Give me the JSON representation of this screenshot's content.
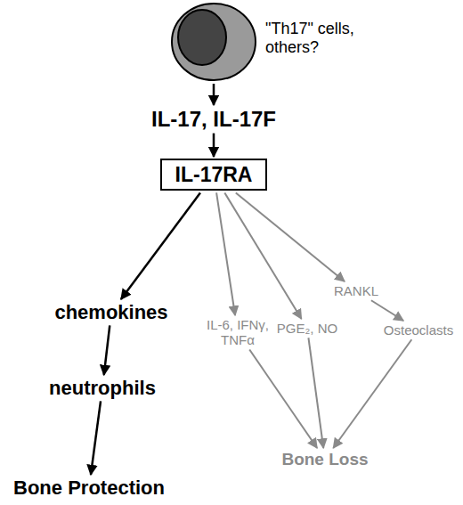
{
  "diagram": {
    "nodes": [
      {
        "text": [
          "\"Th17\" cells, others?"
        ]
      },
      {
        "text": [
          "IL-17, IL-17F"
        ]
      },
      {
        "text": [
          "IL-17RA"
        ]
      },
      {
        "text": [
          "chemokines"
        ]
      },
      {
        "text": [
          "neutrophils"
        ]
      },
      {
        "text": [
          "Bone Protection"
        ]
      },
      {
        "text": [
          "IL-6, IFNγ, TNFα"
        ]
      },
      {
        "text": [
          "PGE₂, NO"
        ]
      },
      {
        "text": [
          "RANKL"
        ]
      },
      {
        "text": [
          "Osteoclasts"
        ]
      },
      {
        "text": [
          "Bone Loss"
        ]
      }
    ],
    "edges": [
      {
        "from": 0,
        "to": 1,
        "arrow": "to"
      },
      {
        "from": 1,
        "to": 2,
        "arrow": "to"
      },
      {
        "from": 2,
        "to": 3,
        "arrow": "to"
      },
      {
        "from": 3,
        "to": 4,
        "arrow": "to"
      },
      {
        "from": 4,
        "to": 5,
        "arrow": "to"
      },
      {
        "from": 2,
        "to": 6,
        "arrow": "to"
      },
      {
        "from": 2,
        "to": 7,
        "arrow": "to"
      },
      {
        "from": 2,
        "to": 8,
        "arrow": "to"
      },
      {
        "from": 8,
        "to": 9,
        "arrow": "to"
      },
      {
        "from": 6,
        "to": 10,
        "arrow": "to"
      },
      {
        "from": 7,
        "to": 10,
        "arrow": "to"
      },
      {
        "from": 9,
        "to": 10,
        "arrow": "to"
      }
    ]
  }
}
